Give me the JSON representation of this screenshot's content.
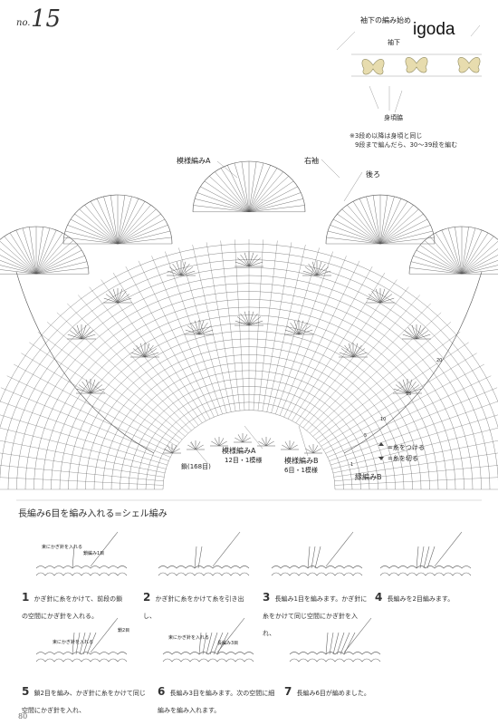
{
  "header": {
    "no_label": "no.",
    "no_number": "15"
  },
  "watermark": "igoda",
  "inset": {
    "title": "袖下の編み始め",
    "label_sleeve": "袖下",
    "label_body": "身頃脇",
    "note_line1": "※3段め以降は身頃と同じ",
    "note_line2": "9段まで編んだら、30〜39段を編む"
  },
  "chart": {
    "label_pattern_a_top": "模様編みA",
    "label_right_sleeve": "右袖",
    "label_back": "後ろ",
    "label_pattern_a_bottom": "模様編みA",
    "label_pattern_a_repeat": "12目・1模様",
    "label_pattern_b": "模様編みB",
    "label_pattern_b_repeat": "6目・1模様",
    "label_chain": "鎖(168目)",
    "label_edging_b": "縁編みB",
    "legend_attach": "=糸をつける",
    "legend_cut": "=糸を切る",
    "row_numbers": [
      "20",
      "15",
      "10",
      "5",
      "1"
    ]
  },
  "tutorial": {
    "title": "長編み6目を編み入れる=シェル編み",
    "steps": [
      {
        "num": "1",
        "text": "かぎ針に糸をかけて、前段の鎖の空間にかぎ針を入れる。",
        "callout1": "束にかぎ針を入れる",
        "callout2": "鎖編み1目"
      },
      {
        "num": "2",
        "text": "かぎ針に糸をかけて糸を引き出し、",
        "callout1": "",
        "callout2": ""
      },
      {
        "num": "3",
        "text": "長編み1目を編みます。かぎ針に糸をかけて同じ空間にかぎ針を入れ、",
        "callout1": "",
        "callout2": ""
      },
      {
        "num": "4",
        "text": "長編みを2目編みます。",
        "callout1": "",
        "callout2": ""
      },
      {
        "num": "5",
        "text": "鎖2目を編み、かぎ針に糸をかけて同じ空間にかぎ針を入れ、",
        "callout1": "束にかぎ針を入れる",
        "callout2": "鎖2目"
      },
      {
        "num": "6",
        "text": "長編み3目を編みます。次の空間に細編みを編み入れます。",
        "callout1": "束にかぎ針を入れる",
        "callout2": "長編み3目"
      },
      {
        "num": "7",
        "text": "長編み6目が編めました。",
        "callout1": "",
        "callout2": ""
      }
    ]
  },
  "footer": {
    "page_number": "80"
  }
}
